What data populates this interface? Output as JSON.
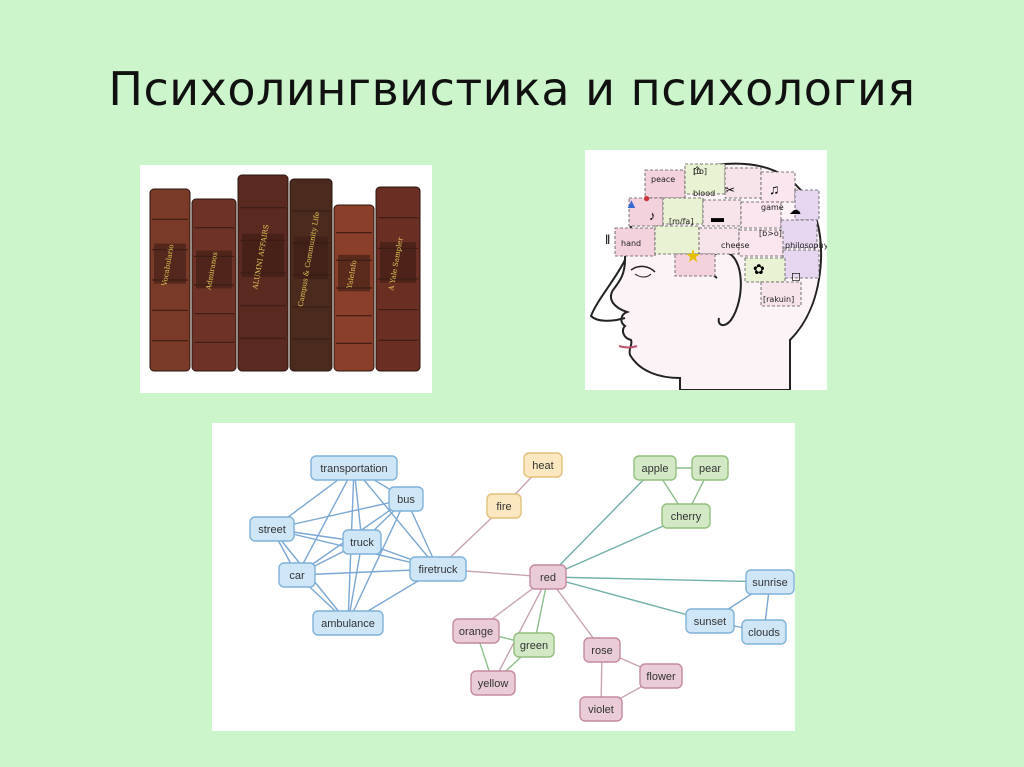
{
  "slide": {
    "title": "Психолингвистика и психология"
  },
  "books": {
    "spines": [
      {
        "label": "Vocabulario",
        "color": "#7a3a28"
      },
      {
        "label": "Admiranos",
        "color": "#6e3326"
      },
      {
        "label": "ALUMNI AFFAIRS",
        "color": "#5a2a20"
      },
      {
        "label": "Campus & Community Life",
        "color": "#4b2a1e"
      },
      {
        "label": "YaleInfo",
        "color": "#8a3f2a"
      },
      {
        "label": "A Yale Sampler",
        "color": "#6a2e22"
      }
    ]
  },
  "head": {
    "words": [
      "peace",
      "blood",
      "[fo]",
      "game",
      "hand",
      "[m/fa]",
      "cheese",
      "[b>o]",
      "philosophy",
      "[rakuin]"
    ]
  },
  "network": {
    "colors": {
      "blue_fill": "#cfe6f7",
      "blue_stroke": "#7fb2d9",
      "yellow_fill": "#fbe8c0",
      "yellow_stroke": "#e3c07a",
      "green_fill": "#d3e9c6",
      "green_stroke": "#93bf7c",
      "pink_fill": "#e9ccd7",
      "pink_stroke": "#c48aa0",
      "blue_edge": "#7aa7d4",
      "red_edge": "#c9a3b4",
      "green_edge": "#8cbf8c",
      "teal_edge": "#6fb0a8"
    },
    "nodes": [
      {
        "id": "transportation",
        "label": "transportation",
        "color": "blue"
      },
      {
        "id": "bus",
        "label": "bus",
        "color": "blue"
      },
      {
        "id": "street",
        "label": "street",
        "color": "blue"
      },
      {
        "id": "truck",
        "label": "truck",
        "color": "blue"
      },
      {
        "id": "car",
        "label": "car",
        "color": "blue"
      },
      {
        "id": "firetruck",
        "label": "firetruck",
        "color": "blue"
      },
      {
        "id": "ambulance",
        "label": "ambulance",
        "color": "blue"
      },
      {
        "id": "heat",
        "label": "heat",
        "color": "yellow"
      },
      {
        "id": "fire",
        "label": "fire",
        "color": "yellow"
      },
      {
        "id": "apple",
        "label": "apple",
        "color": "green"
      },
      {
        "id": "pear",
        "label": "pear",
        "color": "green"
      },
      {
        "id": "cherry",
        "label": "cherry",
        "color": "green"
      },
      {
        "id": "red",
        "label": "red",
        "color": "pink"
      },
      {
        "id": "sunrise",
        "label": "sunrise",
        "color": "blue"
      },
      {
        "id": "sunset",
        "label": "sunset",
        "color": "blue"
      },
      {
        "id": "clouds",
        "label": "clouds",
        "color": "blue"
      },
      {
        "id": "orange",
        "label": "orange",
        "color": "pink"
      },
      {
        "id": "green",
        "label": "green",
        "color": "green"
      },
      {
        "id": "yellow",
        "label": "yellow",
        "color": "pink"
      },
      {
        "id": "rose",
        "label": "rose",
        "color": "pink"
      },
      {
        "id": "flower",
        "label": "flower",
        "color": "pink"
      },
      {
        "id": "violet",
        "label": "violet",
        "color": "pink"
      }
    ],
    "edges": [
      [
        "transportation",
        "bus"
      ],
      [
        "transportation",
        "street"
      ],
      [
        "transportation",
        "truck"
      ],
      [
        "transportation",
        "car"
      ],
      [
        "transportation",
        "firetruck"
      ],
      [
        "transportation",
        "ambulance"
      ],
      [
        "bus",
        "street"
      ],
      [
        "bus",
        "truck"
      ],
      [
        "bus",
        "car"
      ],
      [
        "bus",
        "firetruck"
      ],
      [
        "bus",
        "ambulance"
      ],
      [
        "street",
        "truck"
      ],
      [
        "street",
        "car"
      ],
      [
        "street",
        "firetruck"
      ],
      [
        "street",
        "ambulance"
      ],
      [
        "truck",
        "car"
      ],
      [
        "truck",
        "firetruck"
      ],
      [
        "truck",
        "ambulance"
      ],
      [
        "car",
        "firetruck"
      ],
      [
        "car",
        "ambulance"
      ],
      [
        "firetruck",
        "ambulance"
      ],
      [
        "heat",
        "fire"
      ],
      [
        "fire",
        "firetruck"
      ],
      [
        "firetruck",
        "red"
      ],
      [
        "apple",
        "pear"
      ],
      [
        "apple",
        "cherry"
      ],
      [
        "pear",
        "cherry"
      ],
      [
        "red",
        "apple"
      ],
      [
        "red",
        "cherry"
      ],
      [
        "red",
        "sunrise"
      ],
      [
        "red",
        "sunset"
      ],
      [
        "sunset",
        "sunrise"
      ],
      [
        "sunset",
        "clouds"
      ],
      [
        "sunrise",
        "clouds"
      ],
      [
        "red",
        "orange"
      ],
      [
        "red",
        "green"
      ],
      [
        "red",
        "yellow"
      ],
      [
        "red",
        "rose"
      ],
      [
        "orange",
        "green"
      ],
      [
        "orange",
        "yellow"
      ],
      [
        "green",
        "yellow"
      ],
      [
        "rose",
        "flower"
      ],
      [
        "rose",
        "violet"
      ],
      [
        "flower",
        "violet"
      ]
    ]
  }
}
